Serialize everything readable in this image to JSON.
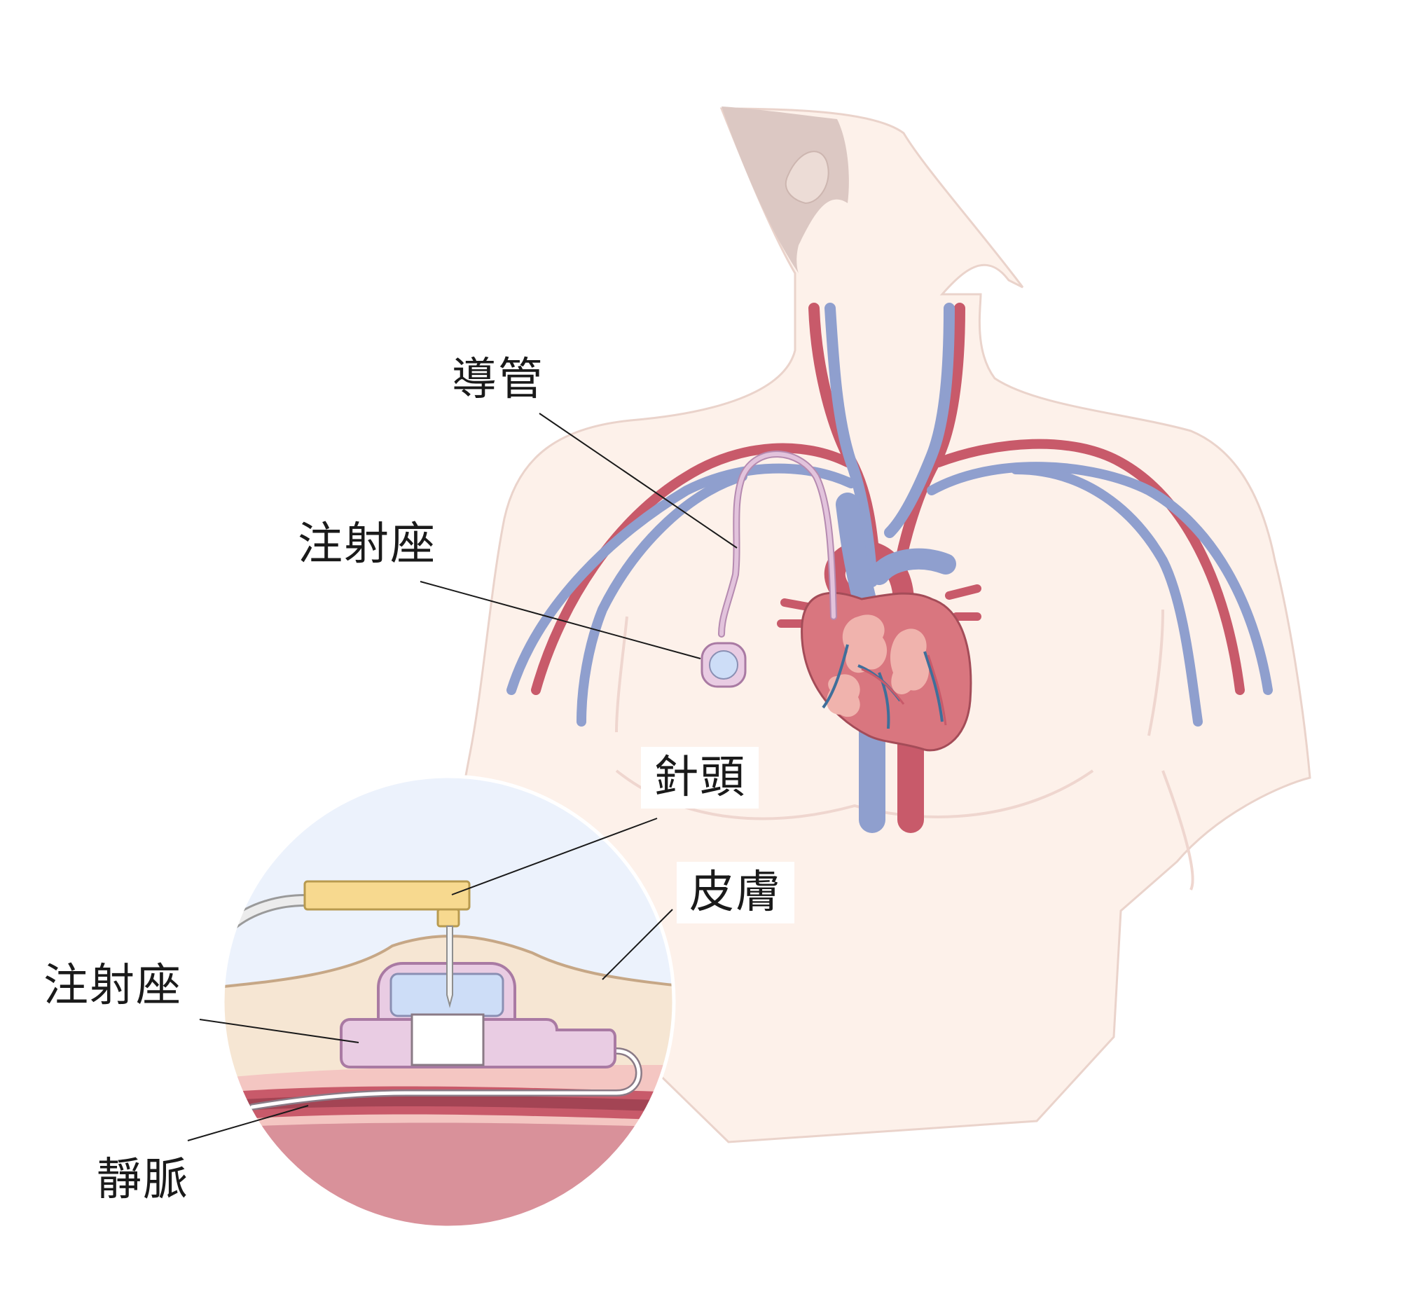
{
  "labels": {
    "catheter": "導管",
    "port_top": "注射座",
    "needle": "針頭",
    "skin": "皮膚",
    "port_inset": "注射座",
    "vein": "靜脈"
  },
  "colors": {
    "body_fill": "#fdf1ea",
    "body_outline": "#ead3cb",
    "head_shade": "#dcc8c3",
    "artery": "#c85a6a",
    "vein": "#8f9fce",
    "heart_main": "#d9767f",
    "heart_light": "#f0b3ad",
    "catheter": "#e2c3dc",
    "port": "#e9cce3",
    "port_septum": "#cdddf7",
    "needle_hub": "#f7d98f",
    "skin_layer": "#f6e6d3",
    "inset_sky": "#ecf2fc",
    "muscle": "#d9919a",
    "leader_line": "#1a1a1a"
  }
}
